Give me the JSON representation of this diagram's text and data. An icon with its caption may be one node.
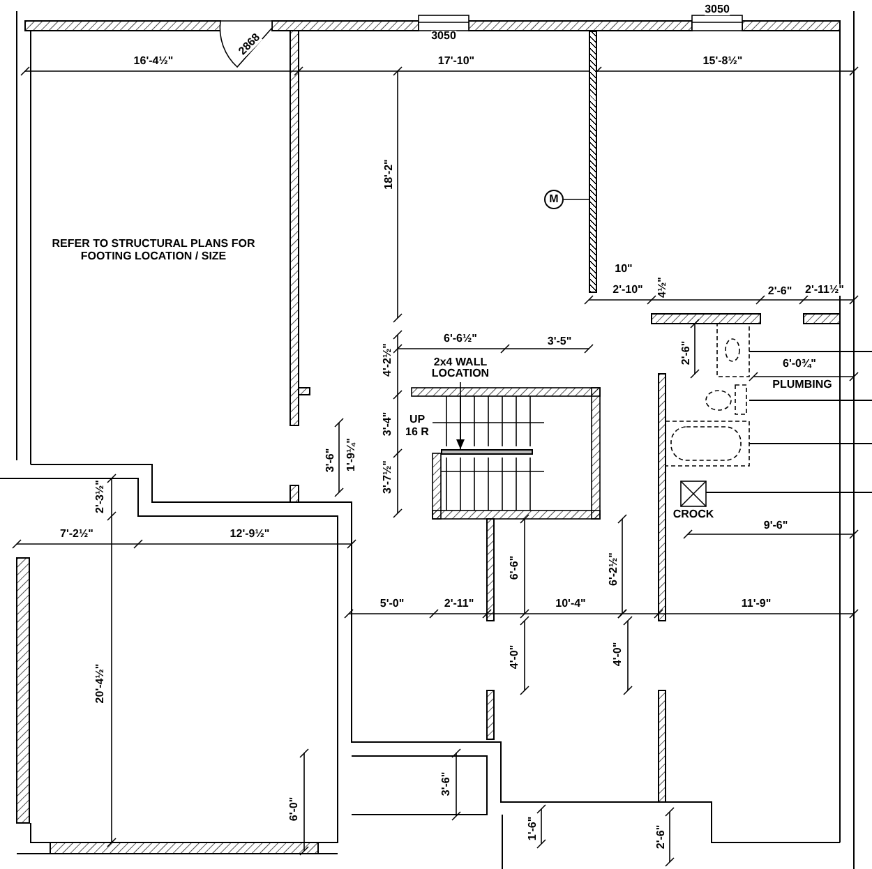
{
  "diagram": {
    "nodes": [
      {
        "text": [
          "M"
        ]
      },
      {
        "text": [],
        "shape": "bar"
      },
      {
        "text": [
          "2x4 WALL LOCATION"
        ]
      },
      {
        "text": [],
        "shape": "bar"
      }
    ],
    "edges": [
      {
        "from": 0,
        "to": 1,
        "arrow": "none"
      },
      {
        "from": 2,
        "to": 3,
        "arrow": "to"
      }
    ],
    "labels": [
      "3050",
      "3050",
      "2868",
      "16'-4½\"",
      "17'-10\"",
      "15'-8½\"",
      "18'-2\"",
      "REFER TO STRUCTURAL PLANS FOR FOOTING LOCATION / SIZE",
      "10\"",
      "2'-10\"",
      "4½\"",
      "2'-6\"",
      "2'-11½\"",
      "6'-6½\"",
      "3'-5\"",
      "4'-2½\"",
      "2'-6\"",
      "6'-0¾\"",
      "PLUMBING",
      "3'-4\"",
      "UP 16 R",
      "3'-6\"",
      "1'-9¼\"",
      "3'-7½\"",
      "CROCK",
      "9'-6\"",
      "2'-3½\"",
      "7'-2½\"",
      "12'-9½\"",
      "5'-0\"",
      "2'-11\"",
      "6'-6\"",
      "10'-4\"",
      "6'-2½\"",
      "11'-9\"",
      "4'-0\"",
      "4'-0\"",
      "20'-4½\"",
      "3'-6\"",
      "6'-0\"",
      "1'-6\"",
      "2'-6\""
    ]
  }
}
